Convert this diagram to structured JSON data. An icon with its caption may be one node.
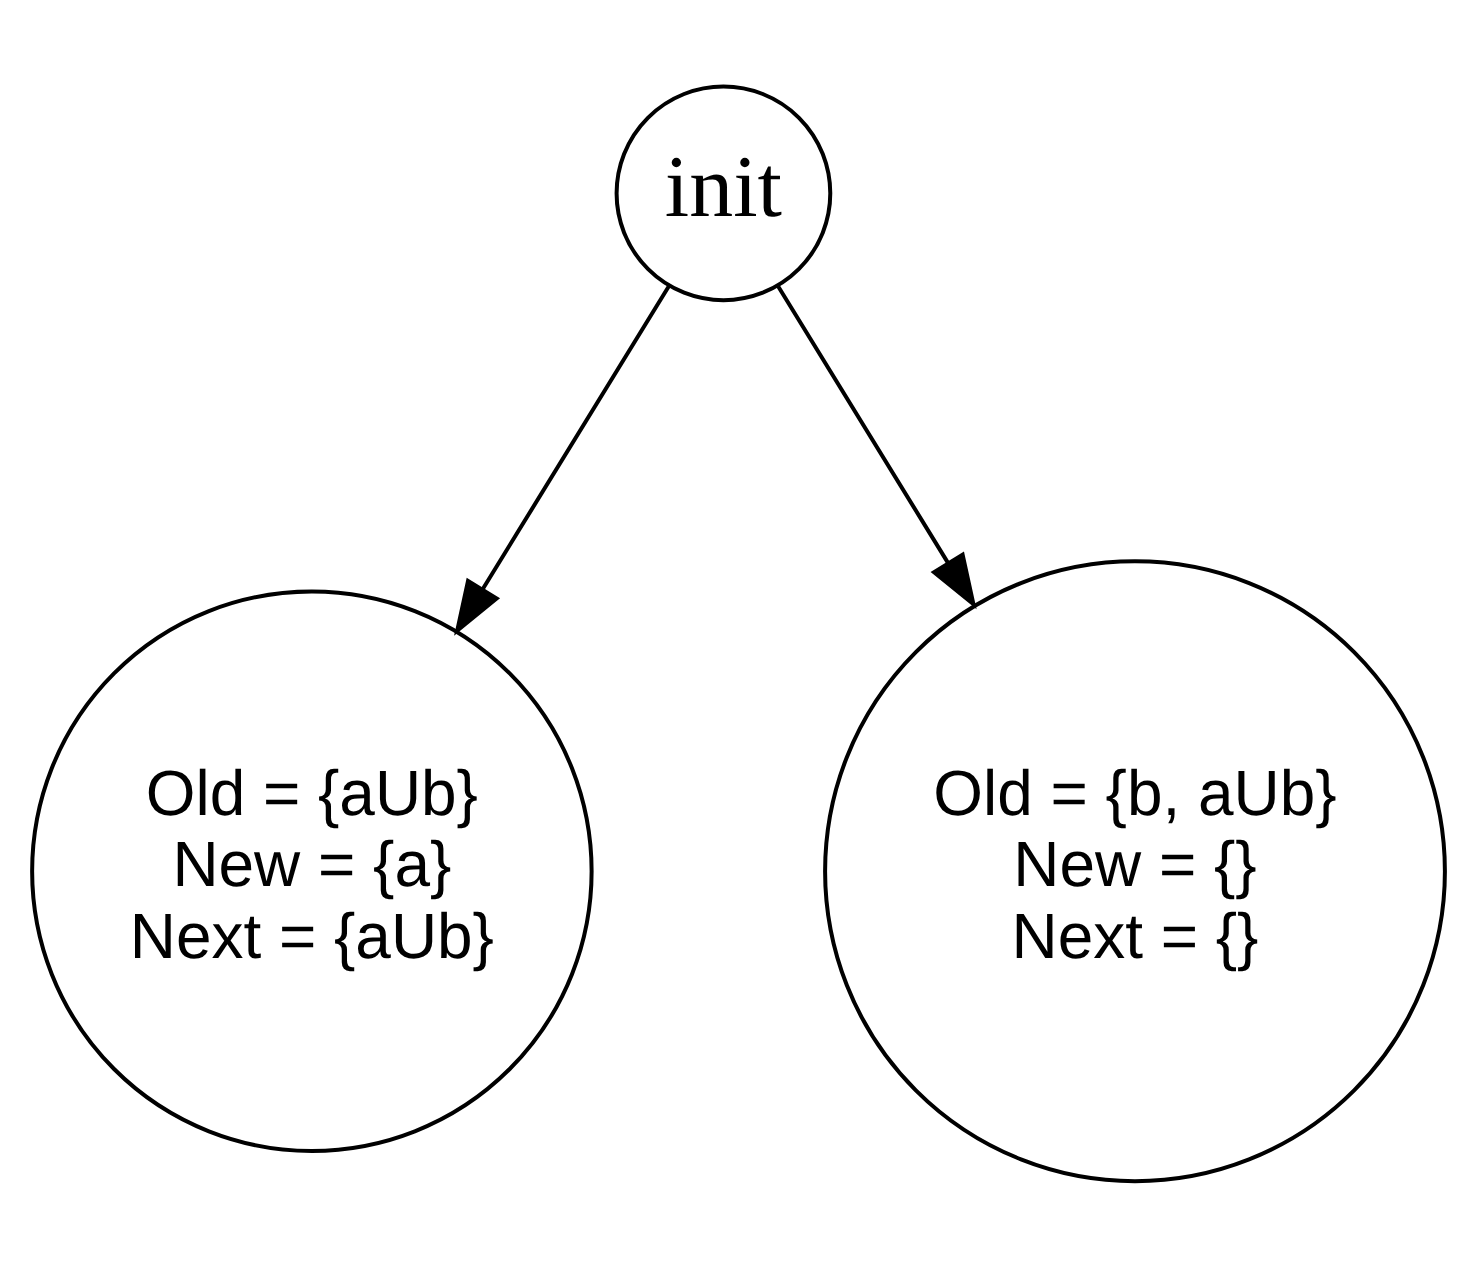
{
  "diagram": {
    "nodes": [
      {
        "text": [
          "init"
        ]
      },
      {
        "text": [
          "Old = {aUb}",
          "New = {a}",
          "Next = {aUb}"
        ]
      },
      {
        "text": [
          "Old = {b, aUb}",
          "New = {}",
          "Next = {}"
        ]
      }
    ],
    "edges": [
      {
        "from": 0,
        "to": 1,
        "arrow": "to"
      },
      {
        "from": 0,
        "to": 2,
        "arrow": "to"
      }
    ]
  }
}
